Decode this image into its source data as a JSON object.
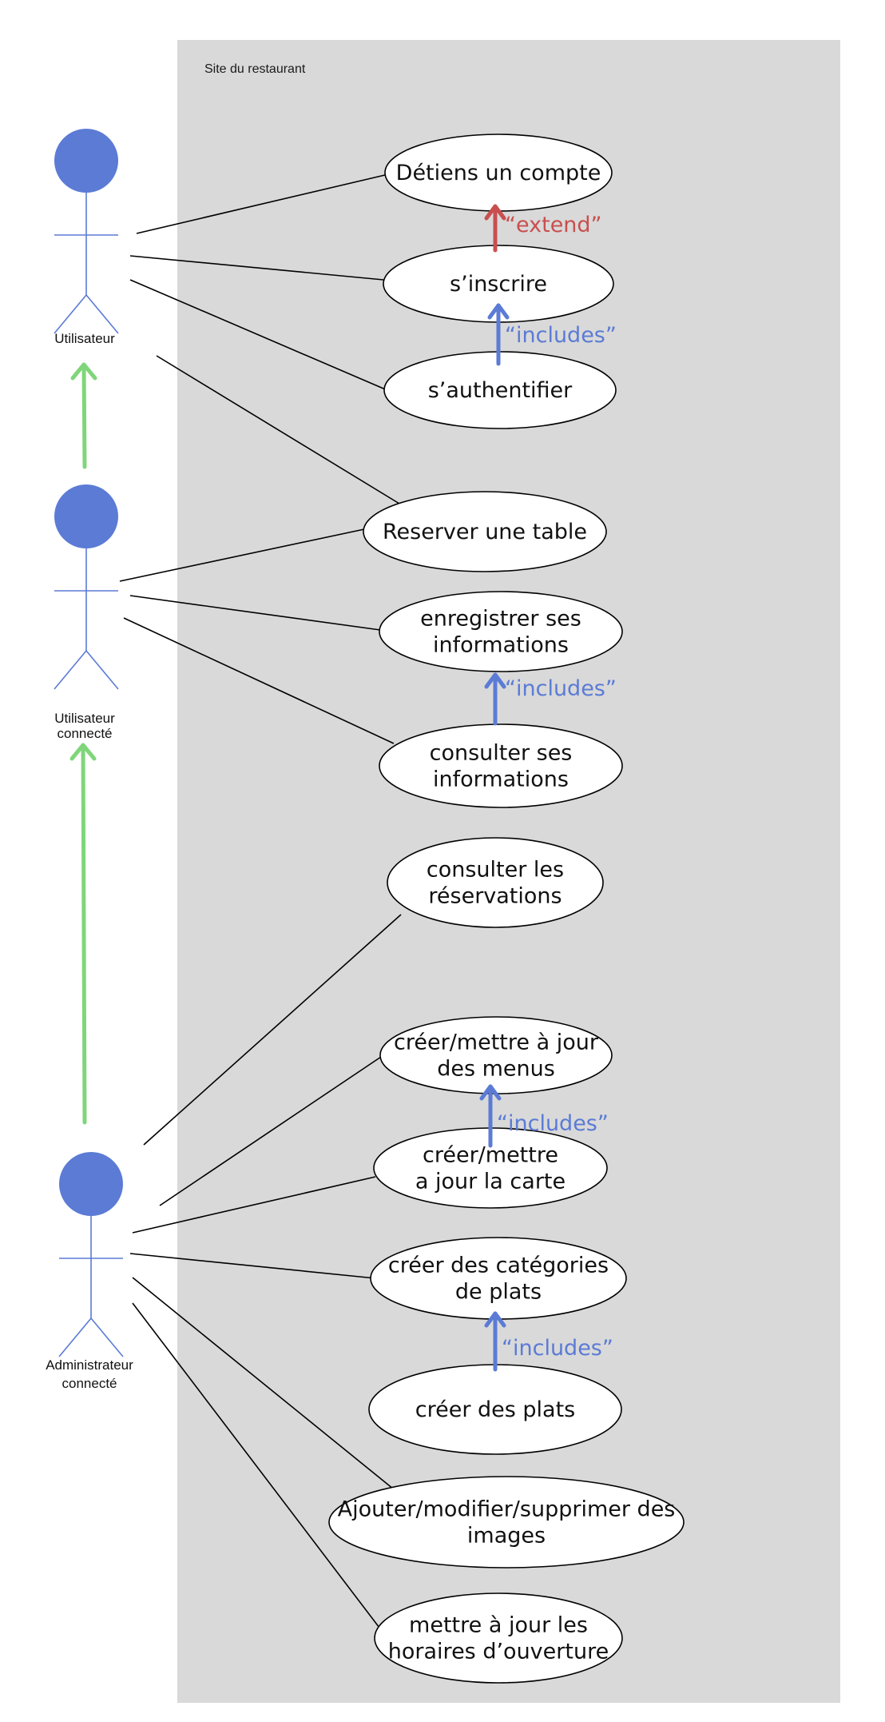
{
  "system": {
    "title": "Site du restaurant",
    "background": "#d9d9d9"
  },
  "colors": {
    "actor": "#5b7bd5",
    "generalization": "#7fd67a",
    "include": "#5b7bd5",
    "extend": "#c94f4f",
    "association": "#000000"
  },
  "actors": [
    {
      "id": "utilisateur",
      "lines": [
        "Utilisateur"
      ]
    },
    {
      "id": "utilisateur-connecte",
      "lines": [
        "Utilisateur",
        "connecté"
      ]
    },
    {
      "id": "administrateur-connecte",
      "lines": [
        "Administrateur",
        "connecté"
      ]
    }
  ],
  "use_cases": [
    {
      "id": "detiens-compte",
      "lines": [
        "Détiens un compte"
      ]
    },
    {
      "id": "sinscrire",
      "lines": [
        "s’inscrire"
      ]
    },
    {
      "id": "sauthentifier",
      "lines": [
        "s’authentifier"
      ]
    },
    {
      "id": "reserver-table",
      "lines": [
        "Reserver une table"
      ]
    },
    {
      "id": "enregistrer-infos",
      "lines": [
        "enregistrer ses",
        "informations"
      ]
    },
    {
      "id": "consulter-infos",
      "lines": [
        "consulter ses",
        "informations"
      ]
    },
    {
      "id": "consulter-reservations",
      "lines": [
        "consulter les",
        "réservations"
      ]
    },
    {
      "id": "creer-menus",
      "lines": [
        "créer/mettre à jour",
        "des menus"
      ]
    },
    {
      "id": "creer-carte",
      "lines": [
        "créer/mettre",
        "a jour la carte"
      ]
    },
    {
      "id": "creer-categories",
      "lines": [
        "créer des catégories",
        "de plats"
      ]
    },
    {
      "id": "creer-plats",
      "lines": [
        "créer des plats"
      ]
    },
    {
      "id": "gerer-images",
      "lines": [
        "Ajouter/modifier/supprimer des",
        "images"
      ]
    },
    {
      "id": "horaires",
      "lines": [
        "mettre à jour les",
        "horaires d’ouverture"
      ]
    }
  ],
  "relationships": [
    {
      "id": "extend-1",
      "type": "extend",
      "from": "sinscrire",
      "to": "detiens-compte",
      "label": "“extend”"
    },
    {
      "id": "include-1",
      "type": "include",
      "from": "sauthentifier",
      "to": "sinscrire",
      "label": "“includes”"
    },
    {
      "id": "include-2",
      "type": "include",
      "from": "consulter-infos",
      "to": "enregistrer-infos",
      "label": "“includes”"
    },
    {
      "id": "include-3",
      "type": "include",
      "from": "creer-carte",
      "to": "creer-menus",
      "label": "“includes”"
    },
    {
      "id": "include-4",
      "type": "include",
      "from": "creer-plats",
      "to": "creer-categories",
      "label": "“includes”"
    },
    {
      "id": "gen-1",
      "type": "generalization",
      "from": "utilisateur-connecte",
      "to": "utilisateur"
    },
    {
      "id": "gen-2",
      "type": "generalization",
      "from": "administrateur-connecte",
      "to": "utilisateur-connecte"
    }
  ],
  "associations": [
    {
      "actor": "utilisateur",
      "use_case": "detiens-compte"
    },
    {
      "actor": "utilisateur",
      "use_case": "sinscrire"
    },
    {
      "actor": "utilisateur",
      "use_case": "sauthentifier"
    },
    {
      "actor": "utilisateur",
      "use_case": "reserver-table"
    },
    {
      "actor": "utilisateur-connecte",
      "use_case": "reserver-table"
    },
    {
      "actor": "utilisateur-connecte",
      "use_case": "enregistrer-infos"
    },
    {
      "actor": "utilisateur-connecte",
      "use_case": "consulter-infos"
    },
    {
      "actor": "administrateur-connecte",
      "use_case": "consulter-reservations"
    },
    {
      "actor": "administrateur-connecte",
      "use_case": "creer-menus"
    },
    {
      "actor": "administrateur-connecte",
      "use_case": "creer-carte"
    },
    {
      "actor": "administrateur-connecte",
      "use_case": "creer-categories"
    },
    {
      "actor": "administrateur-connecte",
      "use_case": "gerer-images"
    },
    {
      "actor": "administrateur-connecte",
      "use_case": "horaires"
    }
  ]
}
